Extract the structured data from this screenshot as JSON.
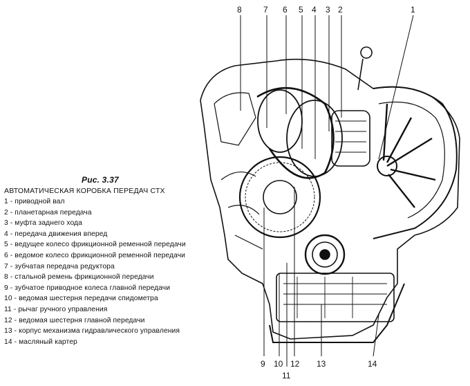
{
  "figure": {
    "title": "Рис. 3.37",
    "caption": "АВТОМАТИЧЕСКАЯ КОРОБКА ПЕРЕДАЧ СТХ"
  },
  "legend": [
    "1 - приводной вал",
    "2 - планетарная передача",
    "3 - муфта заднего хода",
    "4 - передача движения вперед",
    "5 - ведущее колесо фрикционной ременной передачи",
    "6 - ведомое колесо фрикционной ременной передачи",
    "7 - зубчатая передача редуктора",
    "8 - стальной ремень фрикционной передачи",
    "9 - зубчатое приводное колеса главной передачи",
    "10 - ведомая шестерня передачи спидометра",
    "11 - рычаг ручного управления",
    "12 - ведомая шестерня главной передачи",
    "13 - корпус механизма гидравлического управления",
    "14 - масляный картер"
  ],
  "callouts": {
    "n1": "1",
    "n2": "2",
    "n3": "3",
    "n4": "4",
    "n5": "5",
    "n6": "6",
    "n7": "7",
    "n8": "8",
    "n9": "9",
    "n10": "10",
    "n11": "11",
    "n12": "12",
    "n13": "13",
    "n14": "14"
  },
  "colors": {
    "ink": "#111111",
    "background": "#ffffff"
  }
}
